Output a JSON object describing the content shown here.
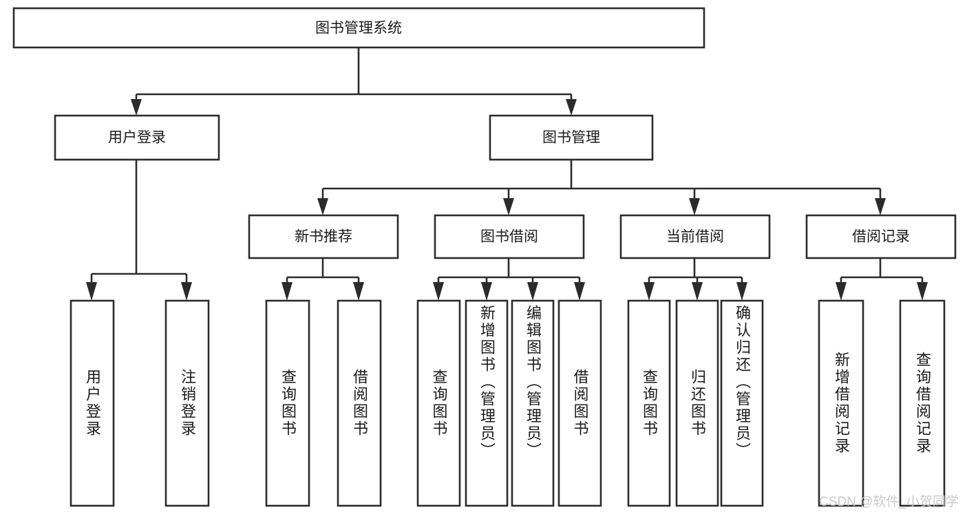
{
  "diagram": {
    "type": "hierarchy-tree",
    "title": "图书管理系统",
    "watermark": "CSDN @软件_小贺同学",
    "colors": {
      "stroke": "#2b2b2b",
      "fill": "#ffffff",
      "text": "#1a1a1a",
      "watermark": "#c9c9c9"
    },
    "root": {
      "label": "图书管理系统",
      "orientation": "horizontal"
    },
    "level2": [
      {
        "label": "用户登录",
        "orientation": "horizontal"
      },
      {
        "label": "图书管理",
        "orientation": "horizontal"
      }
    ],
    "level3": [
      {
        "label": "新书推荐",
        "orientation": "horizontal"
      },
      {
        "label": "图书借阅",
        "orientation": "horizontal"
      },
      {
        "label": "当前借阅",
        "orientation": "horizontal"
      },
      {
        "label": "借阅记录",
        "orientation": "horizontal"
      }
    ],
    "leaves": {
      "user_login": [
        {
          "label": "用户登录",
          "orientation": "vertical"
        },
        {
          "label": "注销登录",
          "orientation": "vertical"
        }
      ],
      "new_book_recommend": [
        {
          "label": "查询图书",
          "orientation": "vertical"
        },
        {
          "label": "借阅图书",
          "orientation": "vertical"
        }
      ],
      "book_borrow": [
        {
          "label": "查询图书",
          "orientation": "vertical"
        },
        {
          "label": "新增图书（管理员）",
          "orientation": "vertical"
        },
        {
          "label": "编辑图书（管理员）",
          "orientation": "vertical"
        },
        {
          "label": "借阅图书",
          "orientation": "vertical"
        }
      ],
      "current_borrow": [
        {
          "label": "查询图书",
          "orientation": "vertical"
        },
        {
          "label": "归还图书",
          "orientation": "vertical"
        },
        {
          "label": "确认归还（管理员）",
          "orientation": "vertical"
        }
      ],
      "borrow_record": [
        {
          "label": "新增借阅记录",
          "orientation": "vertical"
        },
        {
          "label": "查询借阅记录",
          "orientation": "vertical"
        }
      ]
    }
  }
}
